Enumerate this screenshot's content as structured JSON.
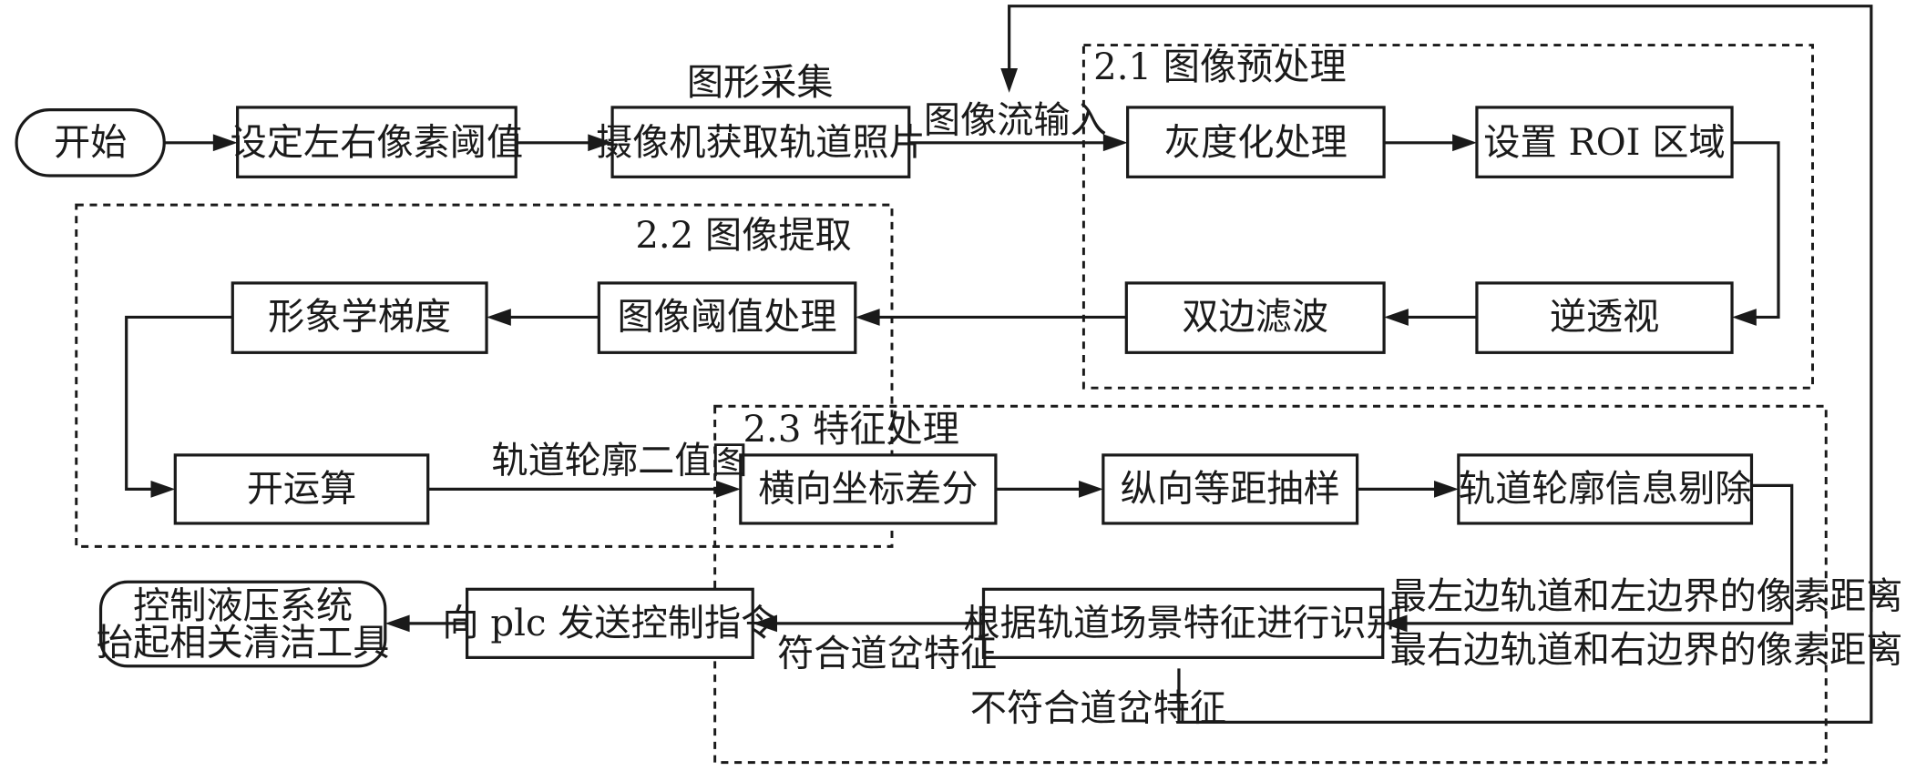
{
  "flow": {
    "start": "开始",
    "set_threshold": "设定左右像素阈值",
    "capture": "摄像机获取轨道照片",
    "grayscale": "灰度化处理",
    "set_roi": "设置 ROI 区域",
    "inverse_perspective": "逆透视",
    "bilateral_filter": "双边滤波",
    "threshold_processing": "图像阈值处理",
    "morph_gradient": "形象学梯度",
    "opening": "开运算",
    "horizontal_diff": "横向坐标差分",
    "vertical_sampling": "纵向等距抽样",
    "contour_removal": "轨道轮廓信息剔除",
    "recognize": "根据轨道场景特征进行识别",
    "send_plc": "向 plc 发送控制指令",
    "control_line1": "控制液压系统",
    "control_line2": "抬起相关清洁工具"
  },
  "groups": {
    "preprocess": "2.1 图像预处理",
    "extract": "2.2 图像提取",
    "features": "2.3 特征处理"
  },
  "labels": {
    "image_capture": "图形采集",
    "stream_input": "图像流输入",
    "binary_contour": "轨道轮廓二值图",
    "left_distance": "最左边轨道和左边界的像素距离",
    "right_distance": "最右边轨道和右边界的像素距离",
    "match": "符合道岔特征",
    "no_match": "不符合道岔特征"
  }
}
